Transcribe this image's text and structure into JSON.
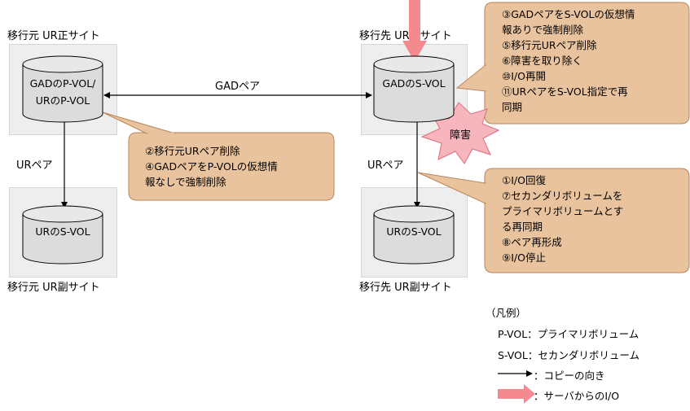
{
  "sites": {
    "src_primary_label": "移行元 UR正サイト",
    "dst_primary_label": "移行先 UR正サイト",
    "src_secondary_label": "移行元 UR副サイト",
    "dst_secondary_label": "移行先 UR副サイト"
  },
  "volumes": {
    "src_pvol_line1": "GADのP-VOL/",
    "src_pvol_line2": "URのP-VOL",
    "dst_svol": "GADのS-VOL",
    "src_ur_svol": "URのS-VOL",
    "dst_ur_svol": "URのS-VOL"
  },
  "links": {
    "gad_pair": "GADペア",
    "ur_pair_left": "URペア",
    "ur_pair_right": "URペア"
  },
  "failure_label": "障害",
  "callouts": {
    "left": [
      "②移行元URペア削除",
      "④GADペアをP-VOLの仮想情",
      "報なしで強制削除"
    ],
    "top_right": [
      "③GADペアをS-VOLの仮想情",
      "報ありで強制削除",
      "⑤移行元URペア削除",
      "⑥障害を取り除く",
      "⑩I/O再開",
      "⑪URペアをS-VOL指定で再",
      "同期"
    ],
    "bottom_right": [
      "①I/O回復",
      "⑦セカンダリボリュームを",
      "プライマリボリュームとす",
      "る再同期",
      "⑧ペア再形成",
      "⑨I/O停止"
    ]
  },
  "legend": {
    "title": "（凡例）",
    "pvol": "P-VOL：プライマリボリューム",
    "svol": "S-VOL：セカンダリボリューム",
    "copy_direction": "：コピーの向き",
    "server_io": "：サーバからのI/O"
  },
  "colors": {
    "site_box": "#eeeeee",
    "cylinder_fill": "#dcdcdc",
    "callout_fill": "#e9c39d",
    "callout_border": "#b8865a",
    "failure_fill": "#f7b6be",
    "failure_border": "#e06c7c",
    "io_arrow": "#f48a90"
  }
}
